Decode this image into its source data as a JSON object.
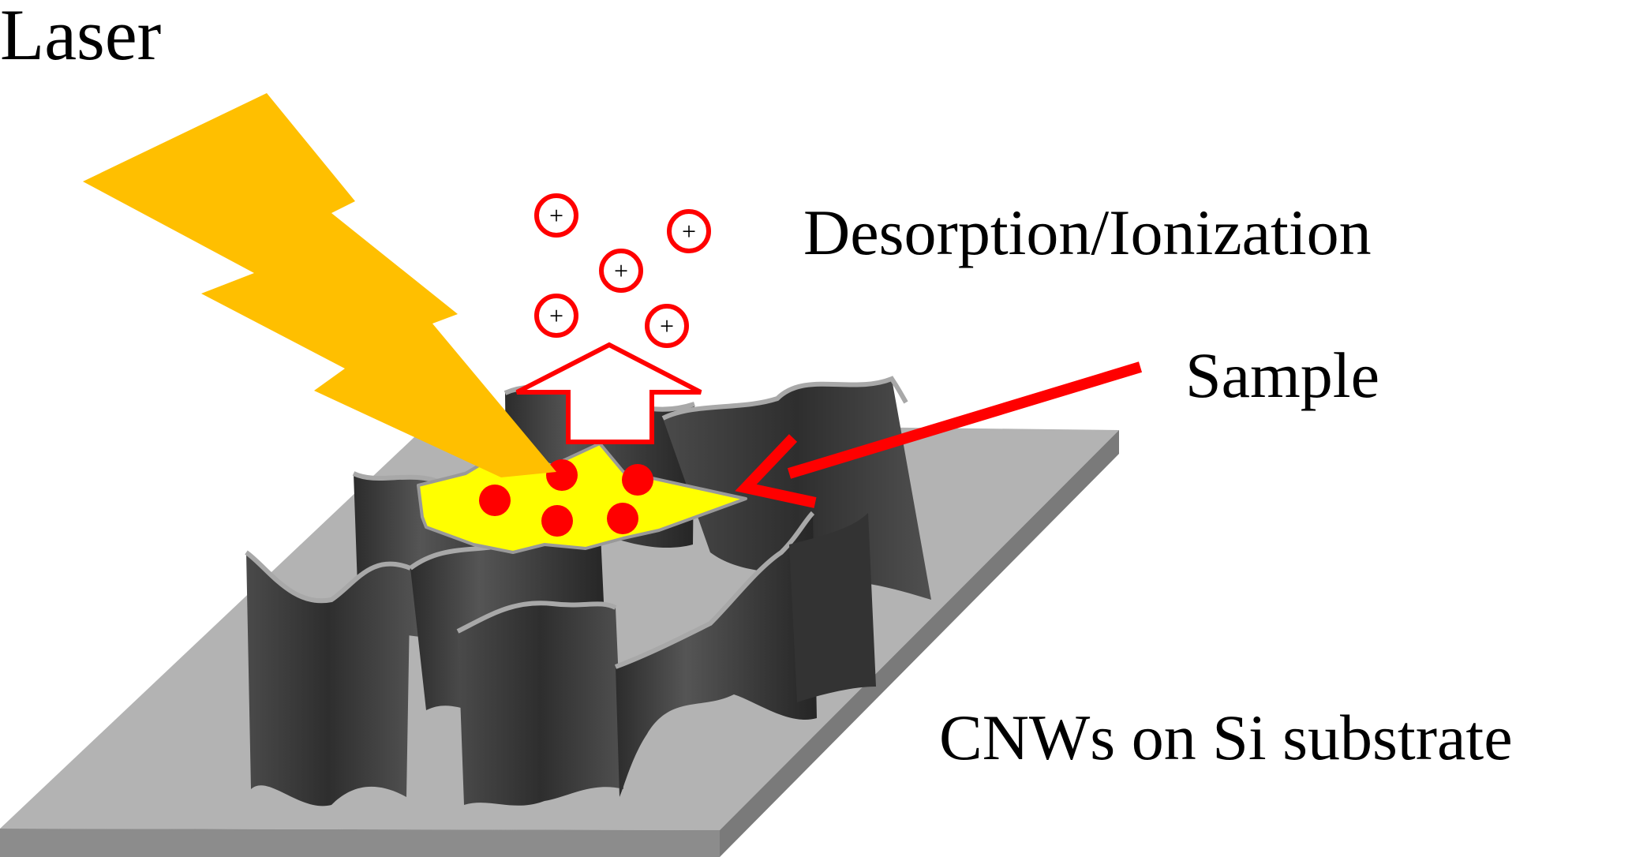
{
  "labels": {
    "laser": "Laser",
    "desorption": "Desorption/Ionization",
    "sample": "Sample",
    "substrate": "CNWs on Si substrate"
  },
  "ion_symbol": "+",
  "colors": {
    "laser": "#FFBF00",
    "sample_fill": "#FFFF00",
    "sample_dots": "#FF0000",
    "arrow_red": "#FF0000",
    "substrate_top": "#B3B3B3",
    "substrate_side": "#8C8C8C",
    "wall_dark": "#3A3A3A",
    "wall_edge": "#A8A8A8"
  },
  "icons": [
    "laser-bolt-icon",
    "ion-icon",
    "desorption-arrow-icon",
    "sample-pointer-arrow-icon"
  ]
}
